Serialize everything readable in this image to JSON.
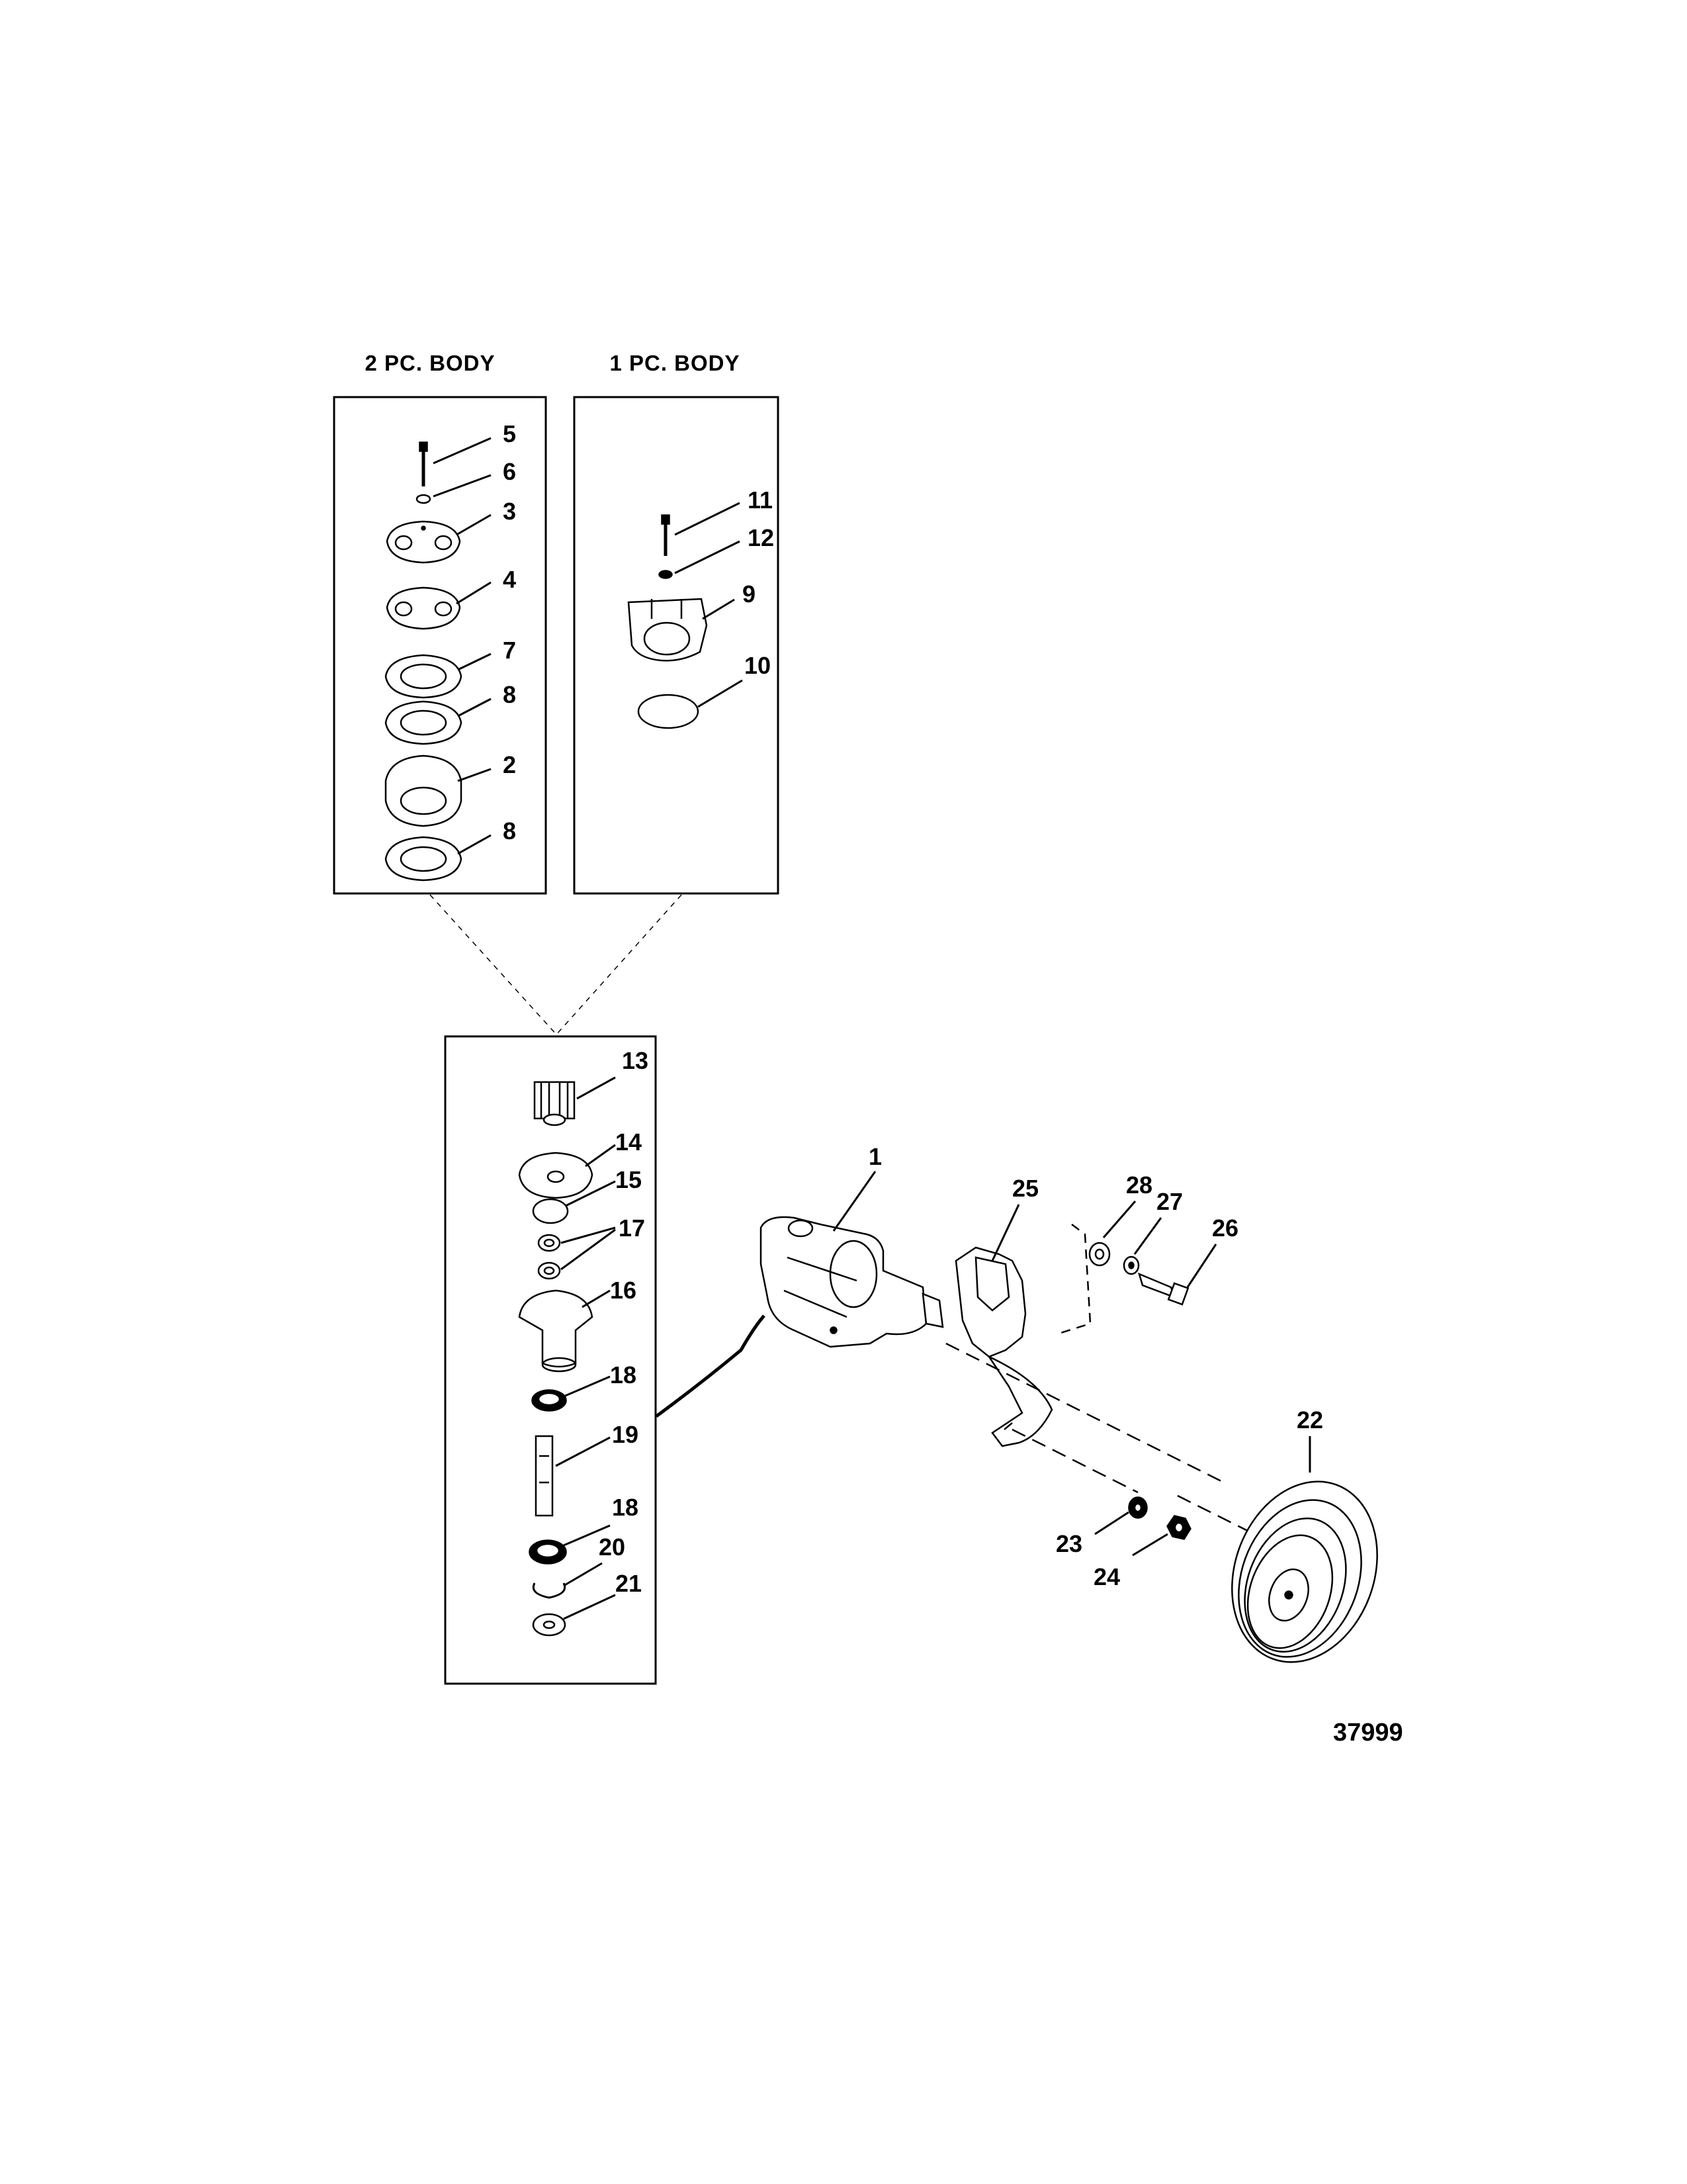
{
  "headers": {
    "two_piece": "2 PC. BODY",
    "one_piece": "1 PC. BODY"
  },
  "figure_number": "37999",
  "callouts": [
    {
      "id": "c5",
      "text": "5"
    },
    {
      "id": "c6",
      "text": "6"
    },
    {
      "id": "c3",
      "text": "3"
    },
    {
      "id": "c4",
      "text": "4"
    },
    {
      "id": "c7",
      "text": "7"
    },
    {
      "id": "c8a",
      "text": "8"
    },
    {
      "id": "c2",
      "text": "2"
    },
    {
      "id": "c8b",
      "text": "8"
    },
    {
      "id": "c11",
      "text": "11"
    },
    {
      "id": "c12",
      "text": "12"
    },
    {
      "id": "c9",
      "text": "9"
    },
    {
      "id": "c10",
      "text": "10"
    },
    {
      "id": "c13",
      "text": "13"
    },
    {
      "id": "c14",
      "text": "14"
    },
    {
      "id": "c15",
      "text": "15"
    },
    {
      "id": "c17",
      "text": "17"
    },
    {
      "id": "c16",
      "text": "16"
    },
    {
      "id": "c18a",
      "text": "18"
    },
    {
      "id": "c19",
      "text": "19"
    },
    {
      "id": "c18b",
      "text": "18"
    },
    {
      "id": "c20",
      "text": "20"
    },
    {
      "id": "c21",
      "text": "21"
    },
    {
      "id": "c1",
      "text": "1"
    },
    {
      "id": "c25",
      "text": "25"
    },
    {
      "id": "c28",
      "text": "28"
    },
    {
      "id": "c27",
      "text": "27"
    },
    {
      "id": "c26",
      "text": "26"
    },
    {
      "id": "c22",
      "text": "22"
    },
    {
      "id": "c23",
      "text": "23"
    },
    {
      "id": "c24",
      "text": "24"
    }
  ]
}
